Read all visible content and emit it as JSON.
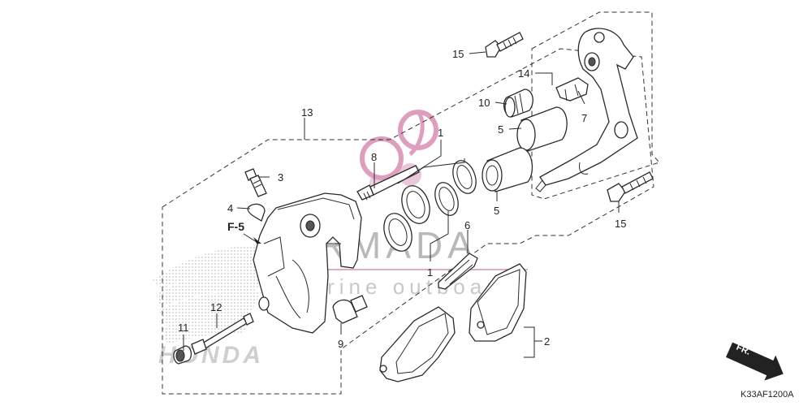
{
  "diagram": {
    "code": "K33AF1200A",
    "reference_tag": "F-5",
    "direction_label": "FR.",
    "watermark": {
      "brand": "ARMADA",
      "tagline": "marine outboard",
      "maker": "HONDA"
    },
    "callouts": {
      "c1a": "1",
      "c1b": "1",
      "c2": "2",
      "c3": "3",
      "c4": "4",
      "c5a": "5",
      "c5b": "5",
      "c6": "6",
      "c7": "7",
      "c8": "8",
      "c9": "9",
      "c10": "10",
      "c11": "11",
      "c12": "12",
      "c13": "13",
      "c14": "14",
      "c15a": "15",
      "c15b": "15"
    },
    "colors": {
      "line": "#2a2a2a",
      "watermark_pink": "#d98fb4",
      "watermark_gray": "#b9b9b9"
    }
  }
}
